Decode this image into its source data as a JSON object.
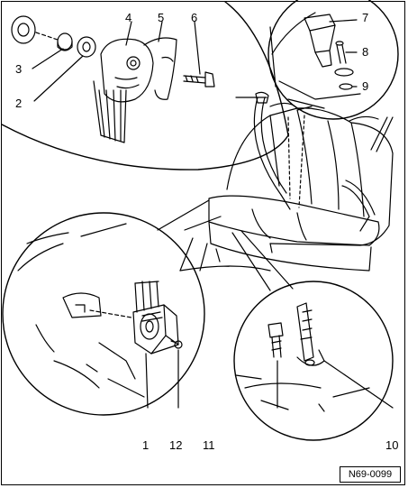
{
  "diagram": {
    "reference_code": "N69-0099",
    "callouts": [
      {
        "id": "1",
        "label": "1"
      },
      {
        "id": "2",
        "label": "2"
      },
      {
        "id": "3",
        "label": "3"
      },
      {
        "id": "4",
        "label": "4"
      },
      {
        "id": "5",
        "label": "5"
      },
      {
        "id": "6",
        "label": "6"
      },
      {
        "id": "7",
        "label": "7"
      },
      {
        "id": "8",
        "label": "8"
      },
      {
        "id": "9",
        "label": "9"
      },
      {
        "id": "10",
        "label": "10"
      },
      {
        "id": "11",
        "label": "11"
      },
      {
        "id": "12",
        "label": "12"
      }
    ]
  }
}
